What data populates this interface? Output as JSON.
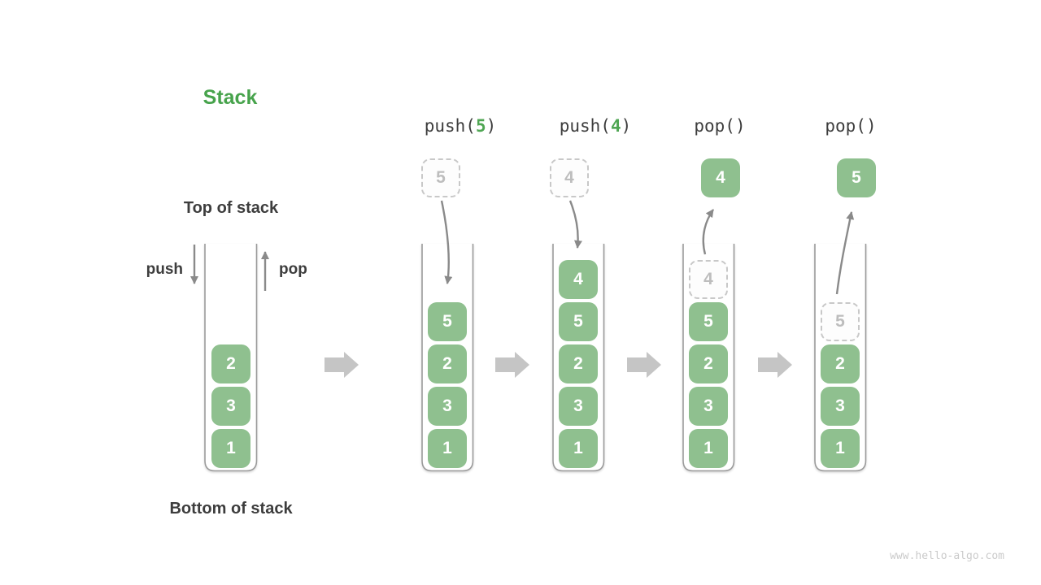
{
  "title": "Stack",
  "watermark": "www.hello-algo.com",
  "labels": {
    "top_of_stack": "Top of stack",
    "bottom_of_stack": "Bottom of stack",
    "push": "push",
    "pop": "pop"
  },
  "colors": {
    "box_green": "#8FC08F",
    "title_green": "#47A34C",
    "op_arg_green": "#4FA653",
    "dark_text": "#3D3D3D",
    "flow_arrow_gray": "#8A8A8A",
    "step_arrow_gray": "#C5C5C5",
    "dashed_border": "#C8C8C8",
    "dashed_text": "#BDBDBD",
    "container_stroke": "#9B9B9B",
    "watermark_gray": "#CACACA"
  },
  "icons": {
    "push_arrow": "arrow-down",
    "pop_arrow": "arrow-up",
    "step_arrow": "block-arrow-right"
  },
  "columns": [
    {
      "id": "initial",
      "cells": [
        {
          "value": "2",
          "style": "solid"
        },
        {
          "value": "3",
          "style": "solid"
        },
        {
          "value": "1",
          "style": "solid"
        }
      ]
    },
    {
      "id": "push-5",
      "op": {
        "prefix": "push(",
        "arg": "5",
        "suffix": ")"
      },
      "floating": {
        "value": "5",
        "style": "dashed"
      },
      "cells": [
        {
          "value": "5",
          "style": "solid"
        },
        {
          "value": "2",
          "style": "solid"
        },
        {
          "value": "3",
          "style": "solid"
        },
        {
          "value": "1",
          "style": "solid"
        }
      ]
    },
    {
      "id": "push-4",
      "op": {
        "prefix": "push(",
        "arg": "4",
        "suffix": ")"
      },
      "floating": {
        "value": "4",
        "style": "dashed"
      },
      "cells": [
        {
          "value": "4",
          "style": "solid"
        },
        {
          "value": "5",
          "style": "solid"
        },
        {
          "value": "2",
          "style": "solid"
        },
        {
          "value": "3",
          "style": "solid"
        },
        {
          "value": "1",
          "style": "solid"
        }
      ]
    },
    {
      "id": "pop-first",
      "op": {
        "prefix": "pop(",
        "arg": "",
        "suffix": ")"
      },
      "floating": {
        "value": "4",
        "style": "solid"
      },
      "cells": [
        {
          "value": "4",
          "style": "dashed"
        },
        {
          "value": "5",
          "style": "solid"
        },
        {
          "value": "2",
          "style": "solid"
        },
        {
          "value": "3",
          "style": "solid"
        },
        {
          "value": "1",
          "style": "solid"
        }
      ]
    },
    {
      "id": "pop-second",
      "op": {
        "prefix": "pop(",
        "arg": "",
        "suffix": ")"
      },
      "floating": {
        "value": "5",
        "style": "solid"
      },
      "cells": [
        {
          "value": "5",
          "style": "dashed"
        },
        {
          "value": "2",
          "style": "solid"
        },
        {
          "value": "3",
          "style": "solid"
        },
        {
          "value": "1",
          "style": "solid"
        }
      ]
    }
  ]
}
